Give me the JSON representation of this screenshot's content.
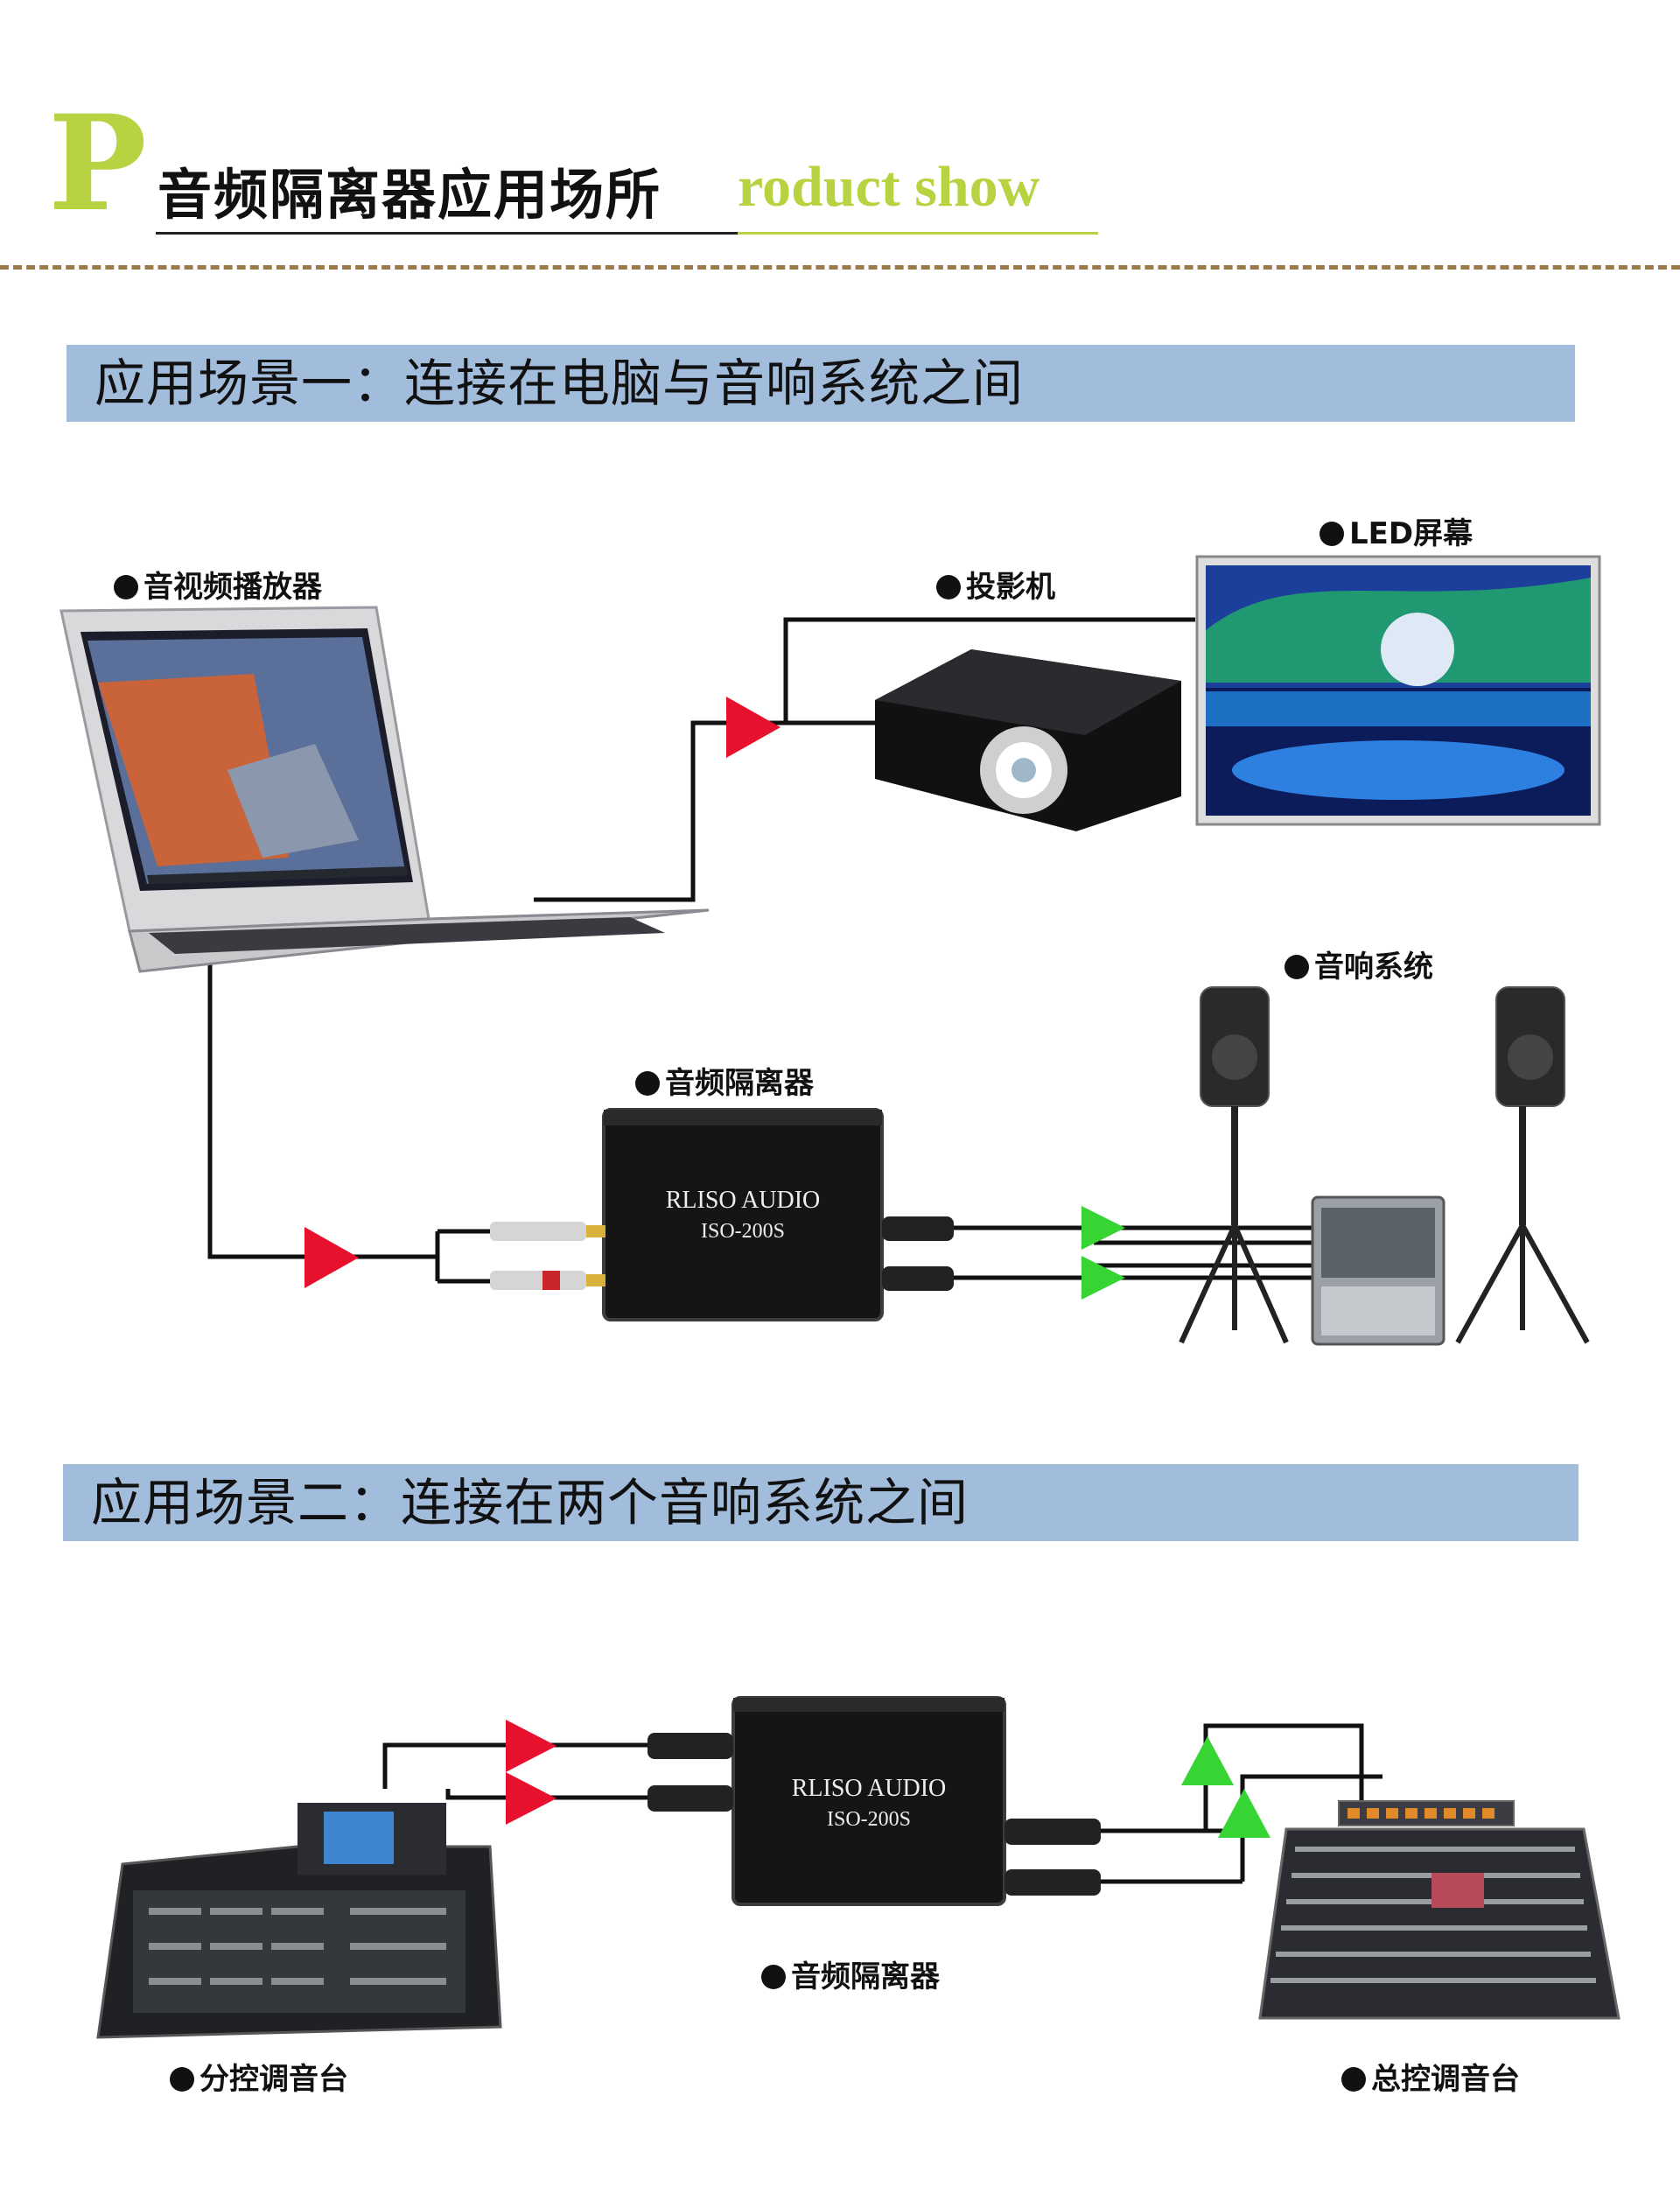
{
  "header": {
    "big_letter": "P",
    "title_cn": "音频隔离器应用场所",
    "title_en": "roduct show"
  },
  "scene1": {
    "heading": "应用场景一：连接在电脑与音响系统之间",
    "labels": {
      "player": "音视频播放器",
      "projector": "投影机",
      "led": "LED屏幕",
      "speaker": "音响系统",
      "isolator": "音频隔离器"
    },
    "device": {
      "brand": "RLISO AUDIO",
      "model": "ISO-200S"
    }
  },
  "scene2": {
    "heading": "应用场景二：连接在两个音响系统之间",
    "labels": {
      "isolator": "音频隔离器",
      "sub_console": "分控调音台",
      "main_console": "总控调音台"
    },
    "device": {
      "brand": "RLISO AUDIO",
      "model": "ISO-200S"
    }
  },
  "colors": {
    "accent_green": "#b8d341",
    "scene_bar": "#a2bcdb",
    "arrow_red": "#e8112d",
    "arrow_green": "#36d534",
    "dash_brown": "#9a7a48"
  }
}
